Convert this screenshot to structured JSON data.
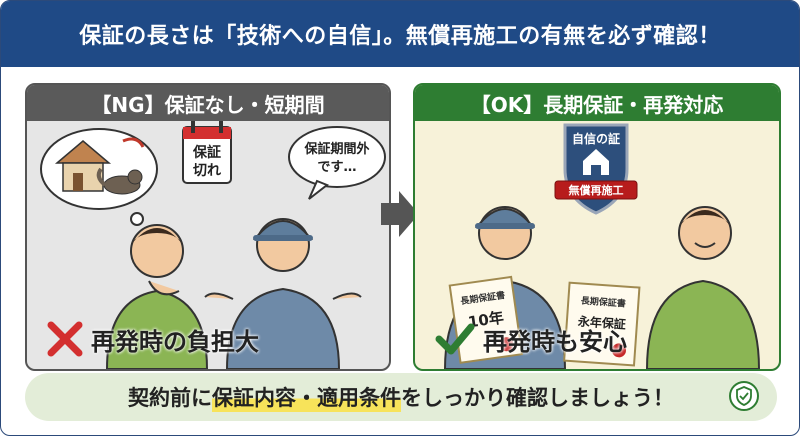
{
  "header": {
    "title": "保証の長さは「技術への自信」。無償再施工の有無を必ず確認！"
  },
  "ng_panel": {
    "title": "【NG】保証なし・短期間",
    "calendar_line1": "保証",
    "calendar_line2": "切れ",
    "speech_line1": "保証期間外",
    "speech_line2": "です…",
    "result": "再発時の負担大"
  },
  "ok_panel": {
    "title": "【OK】長期保証・再発対応",
    "badge_top": "自信の証",
    "badge_ribbon": "無償再施工",
    "cert1_title": "長期保証書",
    "cert1_value": "10年",
    "cert2_title": "長期保証書",
    "cert2_value": "永年保証",
    "result": "再発時も安心"
  },
  "footer": {
    "text_before": "契約前に",
    "text_highlight": "保証内容・適用条件",
    "text_after": "をしっかり確認しましょう！"
  },
  "colors": {
    "header": "#1f4a86",
    "ng": "#5a5a5a",
    "ok": "#2e7d32",
    "cross": "#d32f2f",
    "check": "#2e7d32",
    "highlight": "#f7e35a"
  }
}
